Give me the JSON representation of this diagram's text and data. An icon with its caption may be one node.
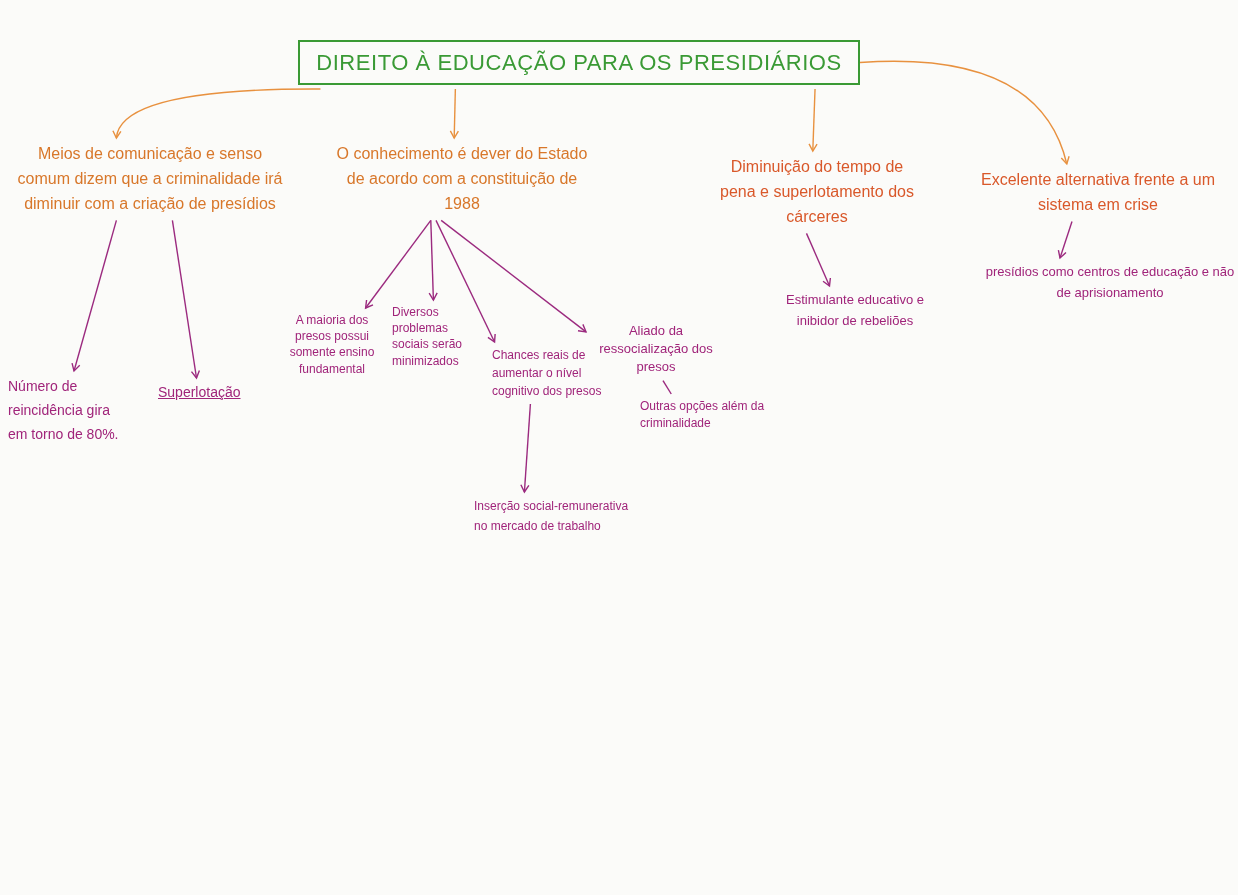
{
  "diagram": {
    "nodes": [
      {
        "text": [
          "DIREITO À EDUCAÇÃO PARA OS PRESIDIÁRIOS"
        ]
      },
      {
        "text": [
          "Meios de comunicação e senso comum dizem que a criminalidade irá diminuir com a criação de presídios"
        ]
      },
      {
        "text": [
          "O conhecimento é dever do Estado de acordo com a constituição de 1988"
        ]
      },
      {
        "text": [
          "Diminuição do tempo de pena e superlotamento dos cárceres"
        ]
      },
      {
        "text": [
          "Excelente alternativa frente a um sistema em crise"
        ]
      },
      {
        "text": [
          "Número de reincidência gira em torno de 80%."
        ]
      },
      {
        "text": [
          "Superlotação"
        ]
      },
      {
        "text": [
          "A maioria dos presos possui somente ensino fundamental"
        ]
      },
      {
        "text": [
          "Diversos problemas sociais serão minimizados"
        ]
      },
      {
        "text": [
          "Chances reais de aumentar o nível cognitivo dos presos"
        ]
      },
      {
        "text": [
          "Aliado da ressocialização dos presos"
        ]
      },
      {
        "text": [
          "Outras opções além da criminalidade"
        ]
      },
      {
        "text": [
          "Inserção social-remunerativa no mercado de trabalho"
        ]
      },
      {
        "text": [
          "Estimulante educativo e inibidor de rebeliões"
        ]
      },
      {
        "text": [
          "presídios como centros de educação e não de aprisionamento"
        ]
      }
    ],
    "edges": [
      {
        "from": 0,
        "to": 1,
        "arrow": "to",
        "color": "#e8913f"
      },
      {
        "from": 0,
        "to": 2,
        "arrow": "to",
        "color": "#e8913f"
      },
      {
        "from": 0,
        "to": 3,
        "arrow": "to",
        "color": "#e8913f"
      },
      {
        "from": 0,
        "to": 4,
        "arrow": "to",
        "color": "#e8913f"
      },
      {
        "from": 1,
        "to": 5,
        "arrow": "to"
      },
      {
        "from": 1,
        "to": 6,
        "arrow": "to"
      },
      {
        "from": 2,
        "to": 7,
        "arrow": "to"
      },
      {
        "from": 2,
        "to": 8,
        "arrow": "to"
      },
      {
        "from": 2,
        "to": 9,
        "arrow": "to"
      },
      {
        "from": 2,
        "to": 10,
        "arrow": "to"
      },
      {
        "from": 9,
        "to": 12,
        "arrow": "to"
      },
      {
        "from": 10,
        "to": 11,
        "arrow": "none"
      },
      {
        "from": 3,
        "to": 13,
        "arrow": "to"
      },
      {
        "from": 4,
        "to": 14,
        "arrow": "to"
      }
    ]
  }
}
